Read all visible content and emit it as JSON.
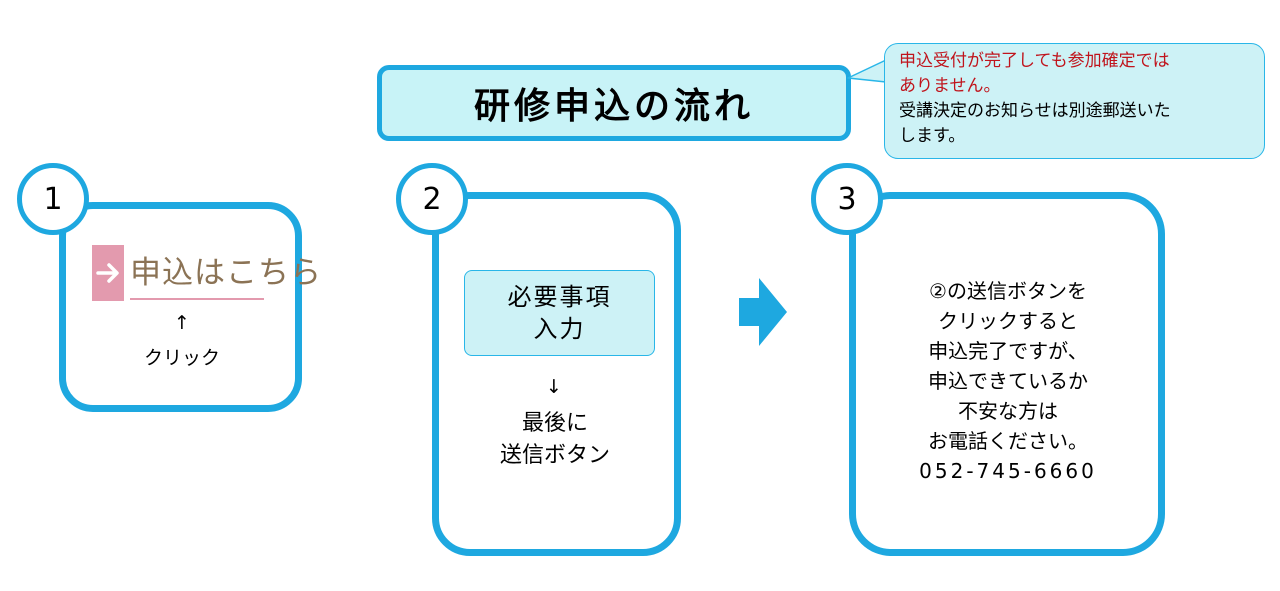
{
  "title": "研修申込の流れ",
  "callout": {
    "line_red_1": "申込受付が完了しても参加確定では",
    "line_red_2": "ありません。",
    "line_black_1": "受講決定のお知らせは別途郵送いた",
    "line_black_2": "します。"
  },
  "steps": [
    {
      "number": "1",
      "button_label": "申込はこちら",
      "button_arrow": "→",
      "arrow": "↑",
      "caption": "クリック"
    },
    {
      "number": "2",
      "box_line_1": "必要事項",
      "box_line_2": "入力",
      "arrow": "↓",
      "caption_line_1": "最後に",
      "caption_line_2": "送信ボタン"
    },
    {
      "number": "3",
      "lines": [
        "②の送信ボタンを",
        "クリックすると",
        "申込完了ですが、",
        "申込できているか",
        "不安な方は",
        "お電話ください。"
      ],
      "phone": "052-745-6660"
    }
  ],
  "colors": {
    "accent_blue": "#1ea8e0",
    "light_cyan": "#c8f3f7",
    "pink": "#e39aae",
    "button_text_brown": "#8b7355",
    "warning_red": "#c0141c"
  }
}
